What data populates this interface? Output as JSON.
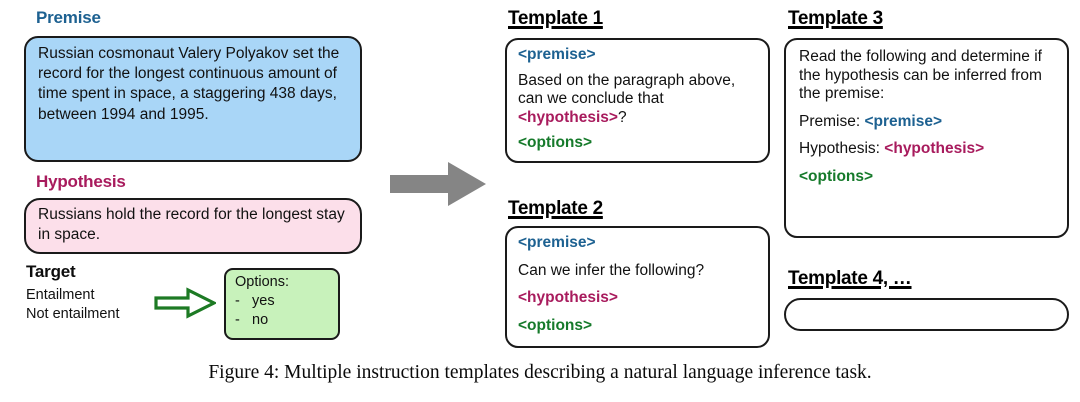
{
  "figure": {
    "caption": "Figure 4: Multiple instruction templates describing a natural language inference task."
  },
  "colors": {
    "premise_accent": "#1d6191",
    "hypothesis_accent": "#a81b5d",
    "options_accent": "#167a2b",
    "premise_box_fill": "#a9d6f7",
    "hypothesis_box_fill": "#fcdfea",
    "options_box_fill": "#c8f2bb",
    "flow_arrow": "#808080",
    "green_arrow_outline": "#1d7a24",
    "box_border": "#1a1a1a"
  },
  "example": {
    "premise": {
      "heading": "Premise",
      "text": "Russian cosmonaut Valery Polyakov set the record for the longest continuous amount of time spent in space, a staggering 438 days, between 1994 and 1995."
    },
    "hypothesis": {
      "heading": "Hypothesis",
      "text": "Russians hold the record for the longest stay in space."
    },
    "target": {
      "heading": "Target",
      "labels": [
        "Entailment",
        "Not entailment"
      ]
    },
    "options": {
      "title": "Options:",
      "items": [
        "yes",
        "no"
      ],
      "bullet": "-"
    }
  },
  "templates": [
    {
      "heading": "Template 1",
      "lines": [
        {
          "kind": "slot",
          "slot": "premise",
          "text": "<premise>"
        },
        {
          "kind": "mixed",
          "text": "Based on the paragraph above, can we conclude that ",
          "slot_text": "<hypothesis>",
          "slot": "hypothesis",
          "suffix": "?"
        },
        {
          "kind": "slot",
          "slot": "options",
          "text": "<options>"
        }
      ]
    },
    {
      "heading": "Template 2",
      "lines": [
        {
          "kind": "slot",
          "slot": "premise",
          "text": "<premise>"
        },
        {
          "kind": "plain",
          "text": "Can we infer the following?"
        },
        {
          "kind": "slot",
          "slot": "hypothesis",
          "text": "<hypothesis>"
        },
        {
          "kind": "slot",
          "slot": "options",
          "text": "<options>"
        }
      ]
    },
    {
      "heading": "Template 3",
      "lines": [
        {
          "kind": "plain",
          "text": "Read the following and determine if the hypothesis can be inferred from the premise:"
        },
        {
          "kind": "labeled",
          "label": "Premise: ",
          "slot_text": "<premise>",
          "slot": "premise"
        },
        {
          "kind": "labeled",
          "label": "Hypothesis: ",
          "slot_text": "<hypothesis>",
          "slot": "hypothesis"
        },
        {
          "kind": "slot",
          "slot": "options",
          "text": "<options>"
        }
      ]
    },
    {
      "heading": "Template 4, …",
      "lines": []
    }
  ],
  "icons": {
    "flow_arrow": "gray-right-arrow",
    "map_arrow": "green-outline-right-arrow"
  }
}
